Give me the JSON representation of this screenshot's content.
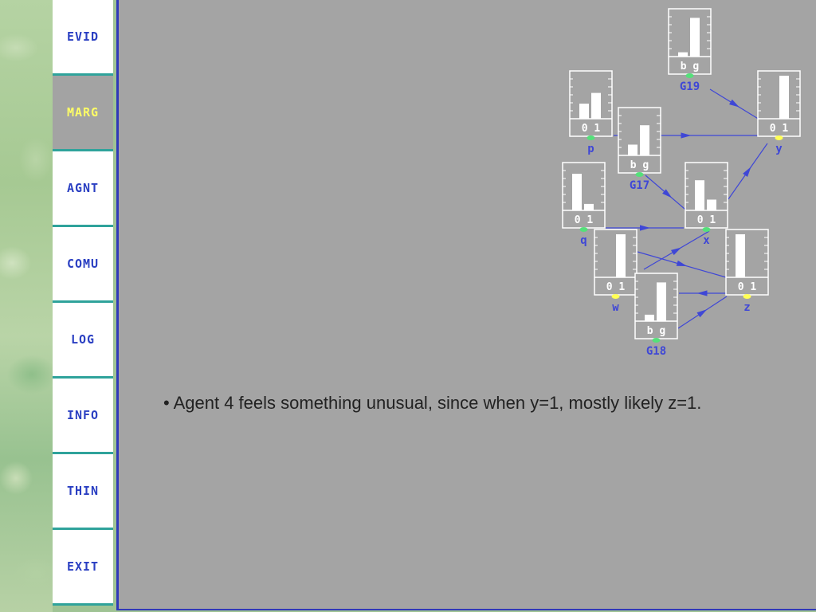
{
  "nav": {
    "items": [
      {
        "label": "EVID",
        "active": false
      },
      {
        "label": "MARG",
        "active": true
      },
      {
        "label": "AGNT",
        "active": false
      },
      {
        "label": "COMU",
        "active": false
      },
      {
        "label": "LOG",
        "active": false
      },
      {
        "label": "INFO",
        "active": false
      },
      {
        "label": "THIN",
        "active": false
      },
      {
        "label": "EXIT",
        "active": false
      }
    ]
  },
  "network": {
    "nodes": [
      {
        "id": "G19",
        "states": "b g",
        "bars": [
          0.1,
          0.9
        ],
        "indicator": "green"
      },
      {
        "id": "p",
        "states": "0 1",
        "bars": [
          0.35,
          0.6
        ],
        "indicator": "green"
      },
      {
        "id": "y",
        "states": "0 1",
        "bars": [
          0.0,
          1.0
        ],
        "indicator": "yellow"
      },
      {
        "id": "G17",
        "states": "b g",
        "bars": [
          0.25,
          0.7
        ],
        "indicator": "green"
      },
      {
        "id": "q",
        "states": "0 1",
        "bars": [
          0.85,
          0.15
        ],
        "indicator": "green"
      },
      {
        "id": "x",
        "states": "0 1",
        "bars": [
          0.7,
          0.25
        ],
        "indicator": "green"
      },
      {
        "id": "w",
        "states": "0 1",
        "bars": [
          0.0,
          1.0
        ],
        "indicator": "yellow"
      },
      {
        "id": "z",
        "states": "0 1",
        "bars": [
          1.0,
          0.0
        ],
        "indicator": "yellow"
      },
      {
        "id": "G18",
        "states": "b g",
        "bars": [
          0.15,
          0.9
        ],
        "indicator": "green"
      }
    ]
  },
  "message": "• Agent 4 feels something unusual, since when y=1, mostly likely z=1.",
  "colors": {
    "accent": "#3f47d6",
    "teal": "#2fa39b",
    "active_text": "#ffff66",
    "panel": "#a4a4a4"
  }
}
